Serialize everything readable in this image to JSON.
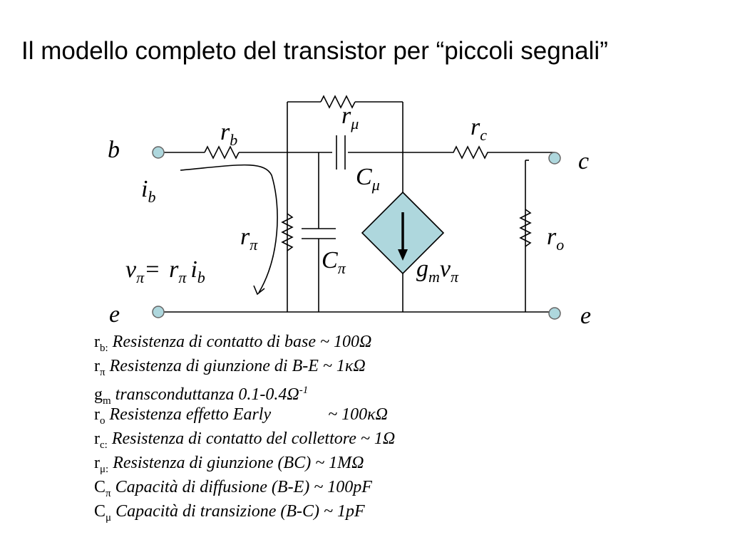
{
  "title": "Il modello completo del transistor per “piccoli segnali”",
  "colors": {
    "source_fill": "#aed7dd",
    "wire": "#000000",
    "terminal_fill": "#aed7dd"
  },
  "circuit": {
    "terminals": {
      "base": "b",
      "collector": "c",
      "emitter_left": "e",
      "emitter_right": "e"
    },
    "labels": {
      "rb": {
        "main": "r",
        "sub": "b"
      },
      "rmu": {
        "main": "r",
        "sub": "μ"
      },
      "rc": {
        "main": "r",
        "sub": "c"
      },
      "cmu": {
        "main": "C",
        "sub": "μ"
      },
      "ib": {
        "main": "i",
        "sub": "b"
      },
      "rpi": {
        "main": "r",
        "sub": "π"
      },
      "cpi": {
        "main": "C",
        "sub": "π"
      },
      "ro": {
        "main": "r",
        "sub": "o"
      },
      "gm": {
        "main1": "g",
        "sub1": "m",
        "main2": "v",
        "sub2": "π"
      },
      "vpi": {
        "v": "v",
        "vsub": "π",
        "eq": "=",
        "r": "r",
        "rsub": "π",
        "i": "i",
        "isub": "b"
      }
    }
  },
  "legend": [
    {
      "sym": "r",
      "sub": "b:",
      "desc": "Resistenza di contatto di base ~ ",
      "value": "100Ω"
    },
    {
      "sym": "r",
      "sub": "π",
      "desc": "Resistenza di giunzione di B-E ~ ",
      "value": "1κΩ"
    },
    {
      "sym": "g",
      "sub": "m",
      "desc": "transconduttanza 0.1-0.4Ω",
      "sup": "-1"
    },
    {
      "sym": "r",
      "sub": "o",
      "desc": "Resistenza effetto Early",
      "value": "~ 100κΩ"
    },
    {
      "sym": "r",
      "sub": "c:",
      "desc": "Resistenza di contatto del collettore  ~ ",
      "value": "1Ω"
    },
    {
      "sym": "r",
      "sub": "μ:",
      "desc": "Resistenza di giunzione (BC)  ~ ",
      "value": "1MΩ"
    },
    {
      "sym": "C",
      "sub": "π",
      "desc": "Capacità di diffusione (B-E) ~ 100pF"
    },
    {
      "sym": "C",
      "sub": "μ",
      "desc": "Capacità di transizione (B-C) ~ 1pF"
    }
  ]
}
